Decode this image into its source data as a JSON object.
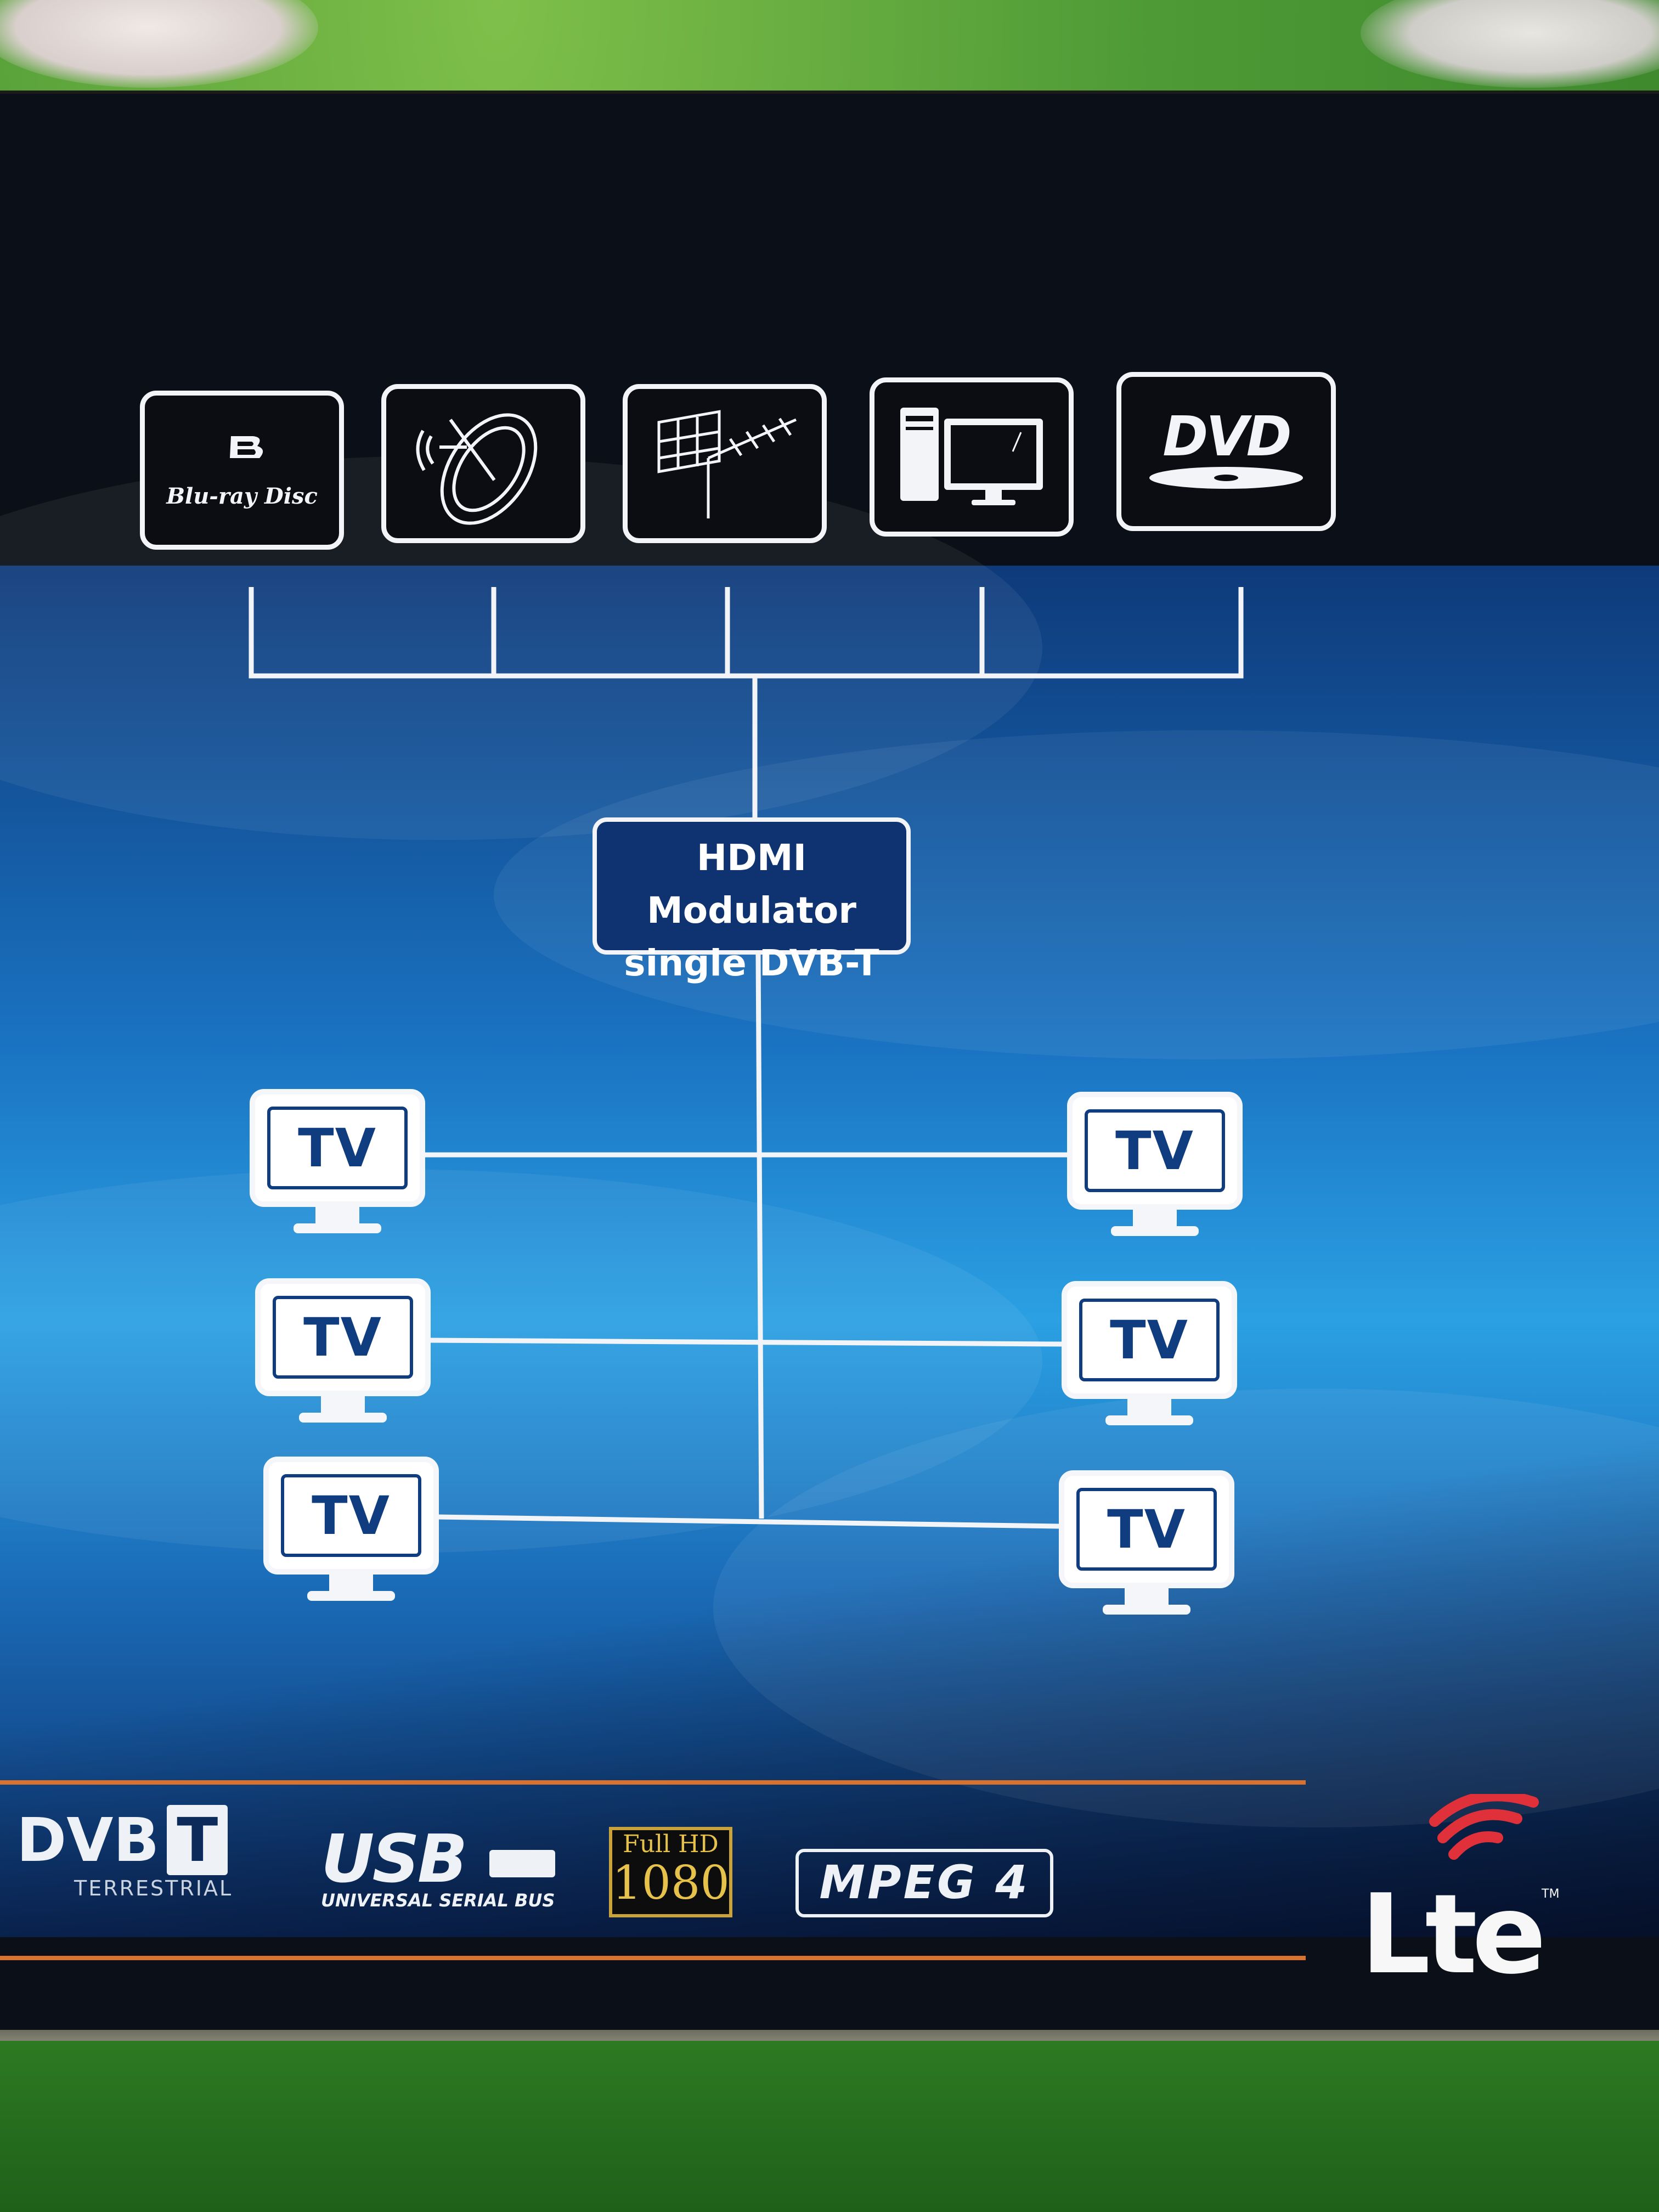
{
  "scene": {
    "hub": {
      "line1": "HDMI Modulator",
      "line2": "single DVB-T"
    },
    "sources": [
      {
        "name": "blu-ray-disc",
        "label": "Blu-ray Disc"
      },
      {
        "name": "satellite-dish",
        "label": ""
      },
      {
        "name": "terrestrial-antenna",
        "label": ""
      },
      {
        "name": "computer",
        "label": ""
      },
      {
        "name": "dvd",
        "label": "DVD"
      }
    ],
    "tv_label": "TV",
    "logos": {
      "dvb": "DVB",
      "dvb_t": "T",
      "dvb_sub": "TERRESTRIAL",
      "usb": "USB",
      "usb_sub": "UNIVERSAL SERIAL BUS",
      "fullhd_top": "Full HD",
      "fullhd_num": "1080",
      "mpeg": "MPEG 4",
      "lte": "Lte",
      "lte_tm": "TM"
    },
    "colors": {
      "box_black": "#0b0f17",
      "panel_blue": "#1a73c2",
      "accent_orange": "#d8722e",
      "line_white": "#f2f4f8",
      "lte_red": "#e0313b"
    }
  }
}
